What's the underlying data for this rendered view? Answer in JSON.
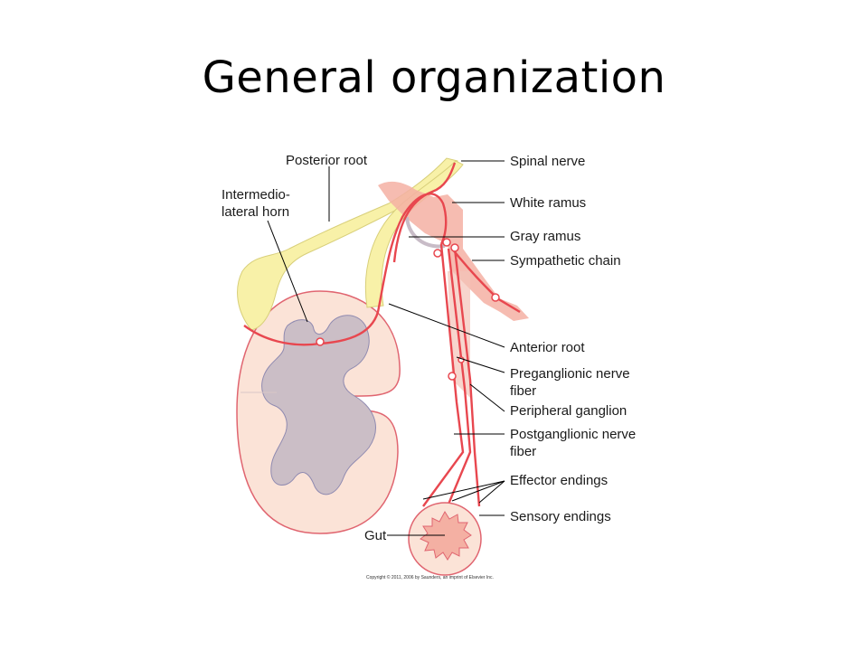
{
  "slide": {
    "title": "General organization"
  },
  "labels": {
    "posterior_root": "Posterior root",
    "intermedio_1": "Intermedio-",
    "intermedio_2": "lateral horn",
    "spinal_nerve": "Spinal nerve",
    "white_ramus": "White ramus",
    "gray_ramus": "Gray ramus",
    "sympathetic_chain": "Sympathetic chain",
    "anterior_root": "Anterior root",
    "preganglionic_1": "Preganglionic nerve",
    "preganglionic_2": "fiber",
    "peripheral_ganglion": "Peripheral ganglion",
    "postganglionic_1": "Postganglionic nerve",
    "postganglionic_2": "fiber",
    "effector_endings": "Effector endings",
    "sensory_endings": "Sensory endings",
    "gut": "Gut"
  },
  "copyright": "Copyright © 2011, 2006 by Saunders, an imprint of Elsevier Inc.",
  "colors": {
    "nerve_red": "#e8474f",
    "root_yellow": "#f8f1a8",
    "gray_matter": "#cbbec6",
    "cord_pink": "#fbe3d7",
    "chain_salmon": "#f4b0a3"
  }
}
